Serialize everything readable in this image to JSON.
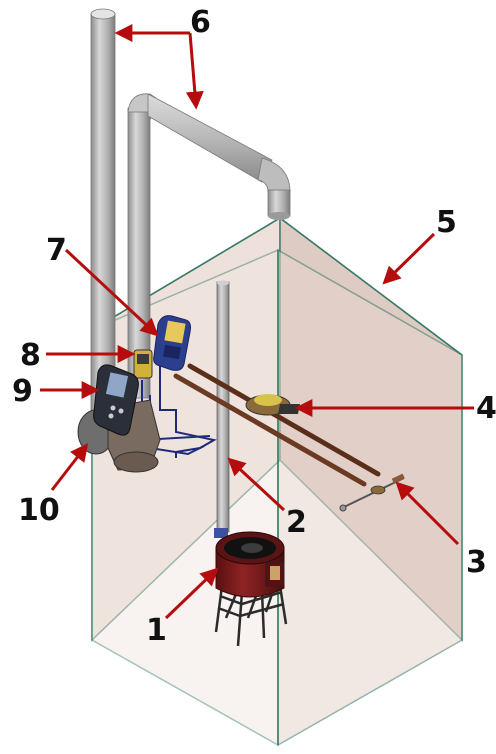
{
  "figure": {
    "callouts": [
      {
        "id": "1",
        "label": "1"
      },
      {
        "id": "2",
        "label": "2"
      },
      {
        "id": "3",
        "label": "3"
      },
      {
        "id": "4",
        "label": "4"
      },
      {
        "id": "5",
        "label": "5"
      },
      {
        "id": "6",
        "label": "6"
      },
      {
        "id": "7",
        "label": "7"
      },
      {
        "id": "8",
        "label": "8"
      },
      {
        "id": "9",
        "label": "9"
      },
      {
        "id": "10",
        "label": "10"
      }
    ]
  },
  "colors": {
    "arrow": "#b50d0d",
    "enclosure_fill": "#ead9d3",
    "enclosure_edge": "#3a7a66",
    "pipe": "#b9b9b9",
    "stove_body": "#7a1a1a",
    "stand": "#2b2b2b",
    "analyzer_blue": "#2c3f8f",
    "hose": "#1f2a7a",
    "rail": "#5b2e1a"
  }
}
